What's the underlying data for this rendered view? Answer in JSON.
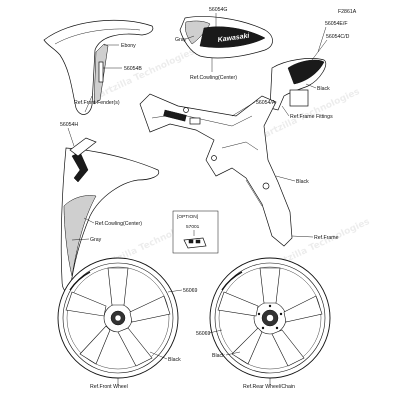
{
  "figure_id": "F2861A",
  "watermark": "Partzilla Technologies",
  "option_box_title": "[OPTION]",
  "labels": {
    "p56054G": "56054G",
    "gray_top": "Gray",
    "kawasaki": "Kawasaki",
    "ebony": "Ebony",
    "p56054B": "56054B",
    "front_fender": "Ref.Front Fender(s)",
    "cowling_center_top": "Ref.Cowling(Center)",
    "p56054E": "56054E/F",
    "p56054C": "56054C/D",
    "black_fitting": "Black",
    "frame_fittings": "Ref.Frame Fittings",
    "p56054A": "56054/A",
    "p56054H": "56054H",
    "black_frame": "Black",
    "cowling_center_bottom": "Ref.Cowling(Center)",
    "gray_bottom": "Gray",
    "p57001": "57001",
    "ref_frame": "Ref.Frame",
    "p56069_front": "56069",
    "p56069_rear": "56069",
    "black_front_wheel": "Black",
    "black_rear_wheel": "Black",
    "front_wheel": "Ref.Front Wheel",
    "rear_wheel": "Ref.Rear Wheel/Chain"
  },
  "colors": {
    "ink": "#111111",
    "green_decal": "#1a1a1a",
    "gray_panel": "#cfcfcf"
  }
}
